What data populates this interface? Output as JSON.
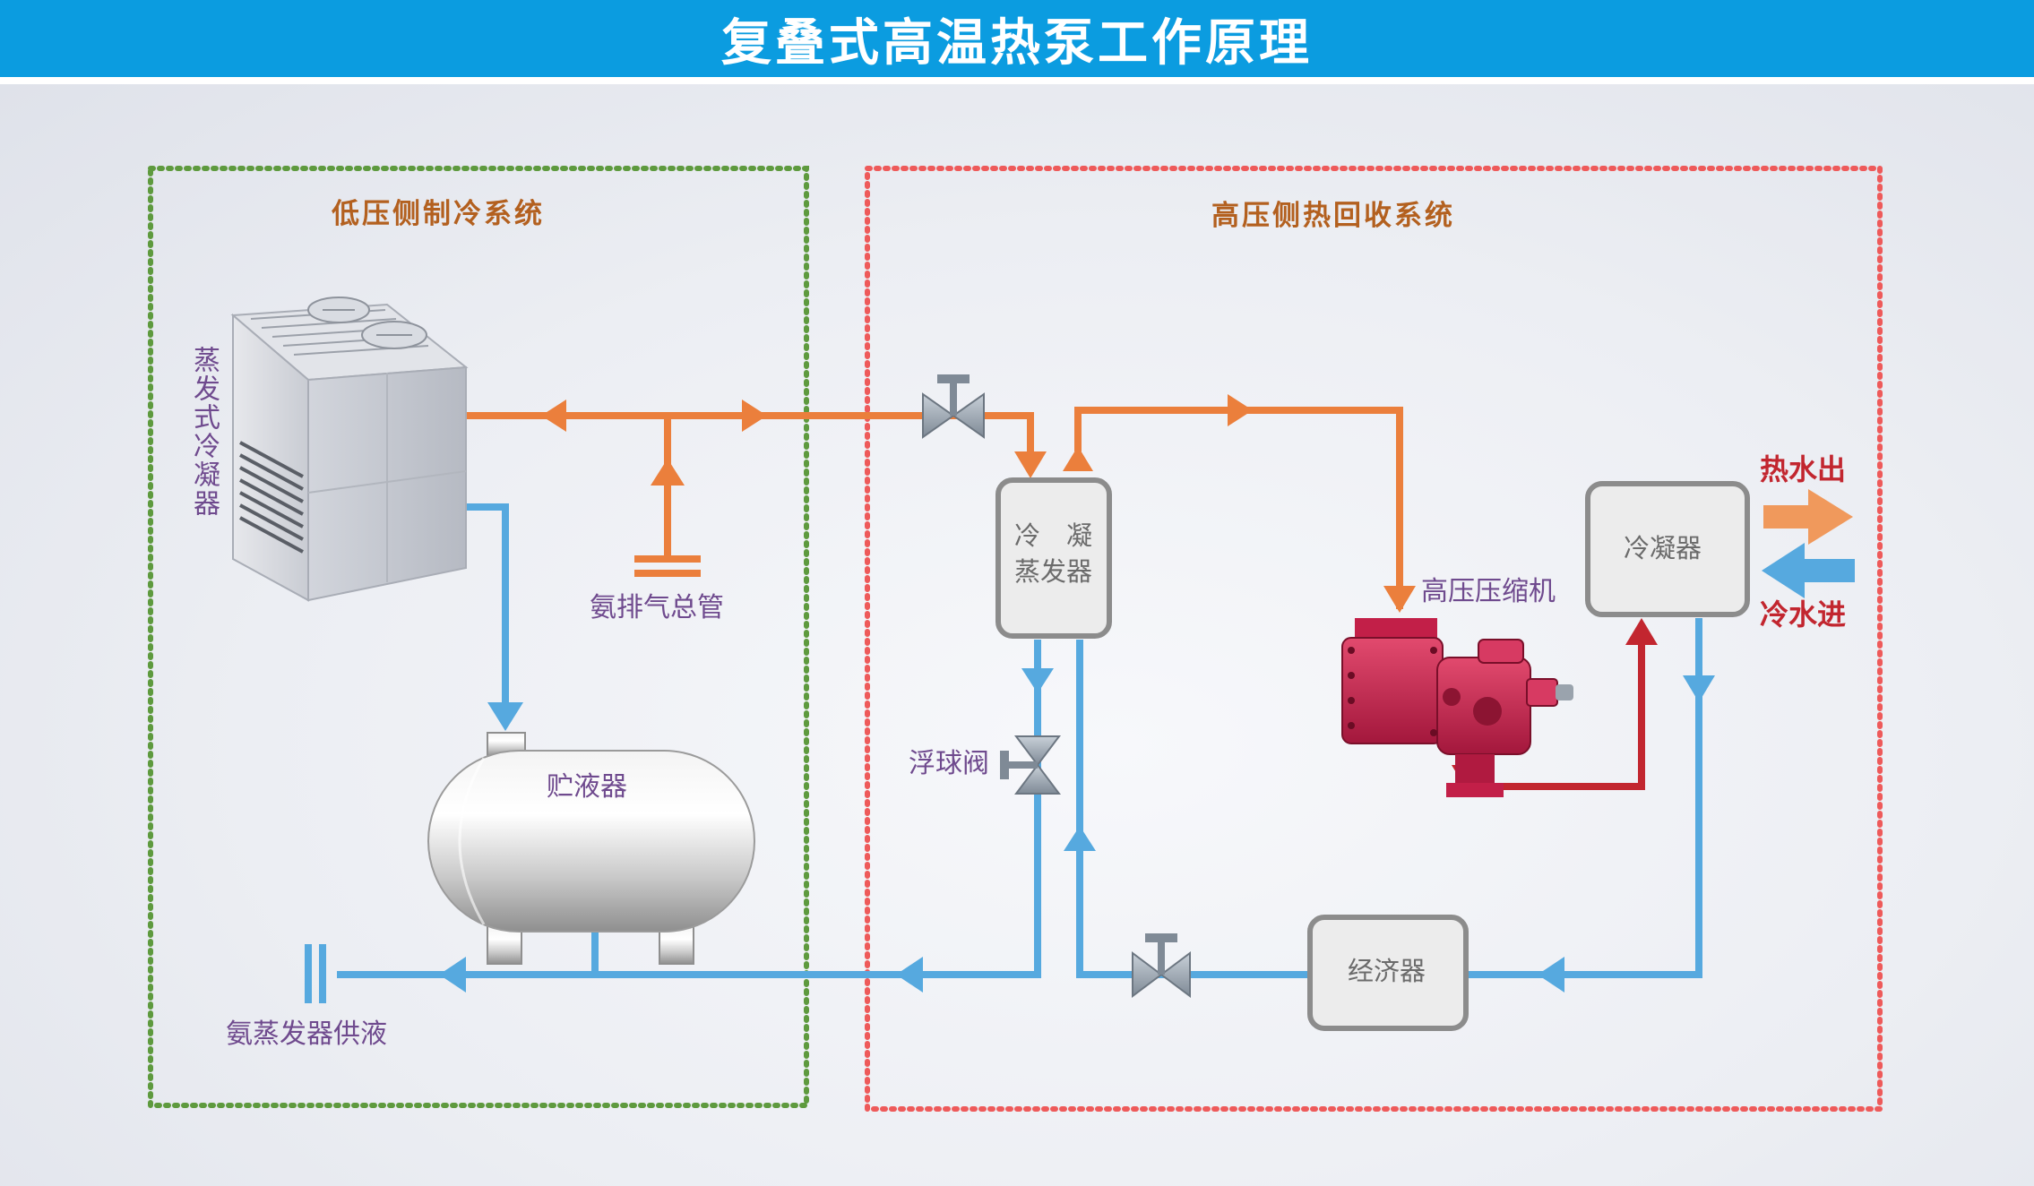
{
  "header": {
    "title": "复叠式高温热泵工作原理"
  },
  "sections": {
    "low_pressure": "低压侧制冷系统",
    "high_pressure": "高压侧热回收系统"
  },
  "components": {
    "evap_condenser": "蒸发式冷凝器",
    "ammonia_exhaust": "氨排气总管",
    "receiver": "贮液器",
    "ammonia_supply": "氨蒸发器供液",
    "cond_evap_line1": "冷　凝",
    "cond_evap_line2": "蒸发器",
    "float_valve": "浮球阀",
    "hp_compressor": "高压压缩机",
    "condenser": "冷凝器",
    "economizer": "经济器",
    "hot_water_out": "热水出",
    "cold_water_in": "冷水进"
  },
  "colors": {
    "header_bg": "#0b9ce0",
    "orange_pipe": "#eb7f3c",
    "blue_pipe": "#56a9df",
    "red_pipe": "#c2262f",
    "green_border": "#5e9a3e",
    "red_border": "#ee5a5a",
    "section_title": "#b3601f",
    "label_purple": "#6f4a8e"
  }
}
